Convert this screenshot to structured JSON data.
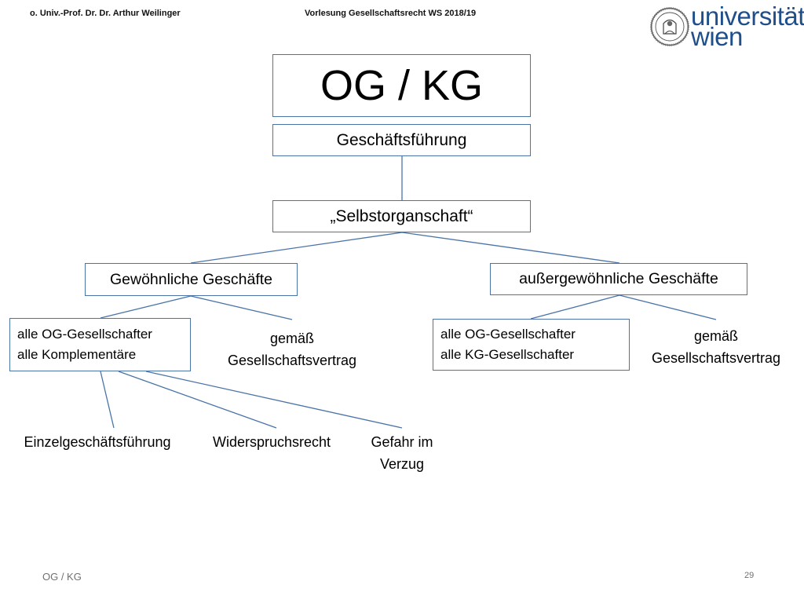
{
  "header": {
    "author": "o. Univ.-Prof. Dr. Dr. Arthur Weilinger",
    "course": "Vorlesung Gesellschaftsrecht WS 2018/19"
  },
  "logo": {
    "line1": "universität",
    "line2": "wien",
    "color": "#1f4f8a"
  },
  "diagram": {
    "title": "OG / KG",
    "management": "Geschäftsführung",
    "principle": "„Selbstorganschaft“",
    "ordinary": {
      "label": "Gewöhnliche Geschäfte",
      "box_line1": "alle OG-Gesellschafter",
      "box_line2": "alle Komplementäre",
      "alt_line1": "gemäß",
      "alt_line2": "Gesellschaftsvertrag",
      "children": {
        "sole": "Einzelgeschäftsführung",
        "objection": "Widerspruchsrecht",
        "urgency_line1": "Gefahr im",
        "urgency_line2": "Verzug"
      }
    },
    "extraordinary": {
      "label": "außergewöhnliche Geschäfte",
      "box_line1": "alle OG-Gesellschafter",
      "box_line2": "alle KG-Gesellschafter",
      "alt_line1": "gemäß",
      "alt_line2": "Gesellschaftsvertrag"
    },
    "connector_color": "#4a73a8"
  },
  "footer": {
    "label": "OG / KG",
    "page": "29"
  }
}
